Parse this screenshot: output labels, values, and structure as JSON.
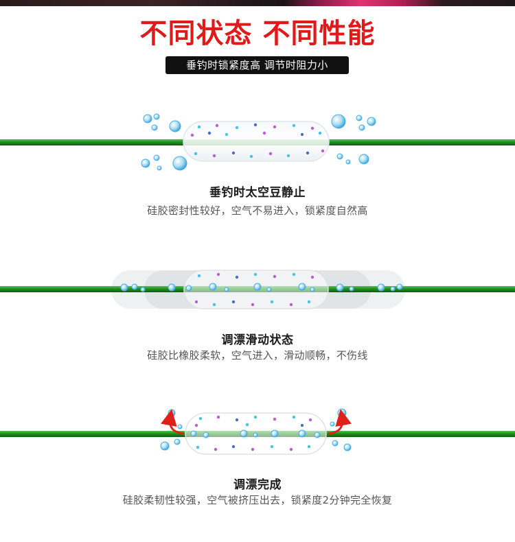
{
  "header": {
    "headline": "不同状态 不同性能",
    "subtitle": "垂钓时锁紧度高 调节时阻力小"
  },
  "states": [
    {
      "title": "垂钓时太空豆静止",
      "description": "硅胶密封性较好，空气不易进入，锁紧度自然高"
    },
    {
      "title": "调漂滑动状态",
      "description": "硅胶比橡胶柔软，空气进入，滑动顺畅，不伤线"
    },
    {
      "title": "调漂完成",
      "description": "硅胶柔韧性较强，空气被挤压出去，锁紧度2分钟完全恢复"
    }
  ],
  "colors": {
    "headline": "#e01a1a",
    "fishing_line": "#1f8a1f",
    "bubble": "#5bb7e6",
    "arrow": "#e0201a",
    "dots_cyan": "#3fc6e8",
    "dots_purple": "#c05ad8",
    "dots_blue": "#4a6ad0"
  }
}
